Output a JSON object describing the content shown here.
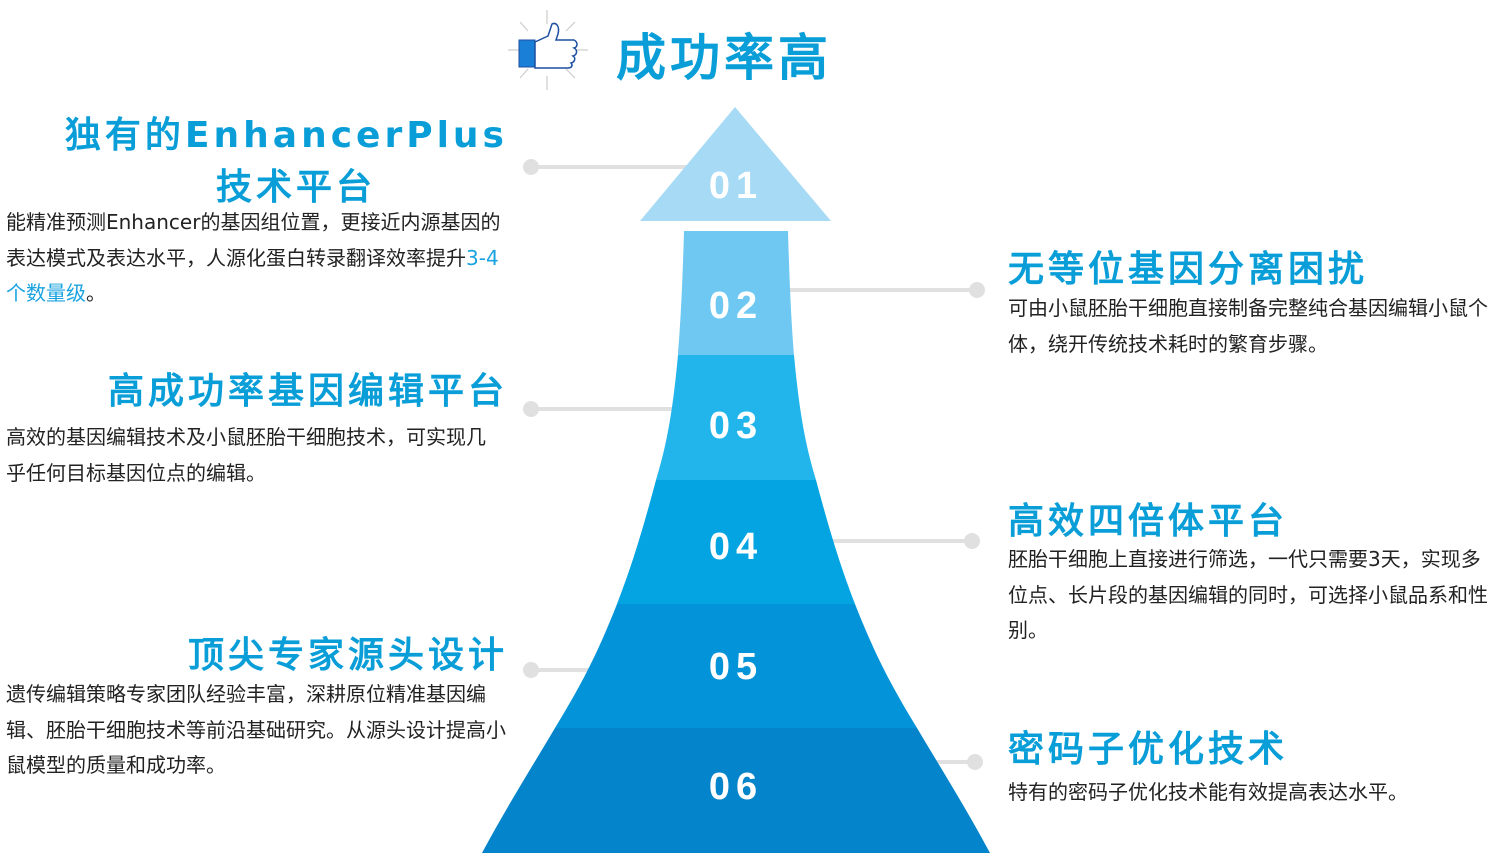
{
  "header": {
    "title": "成功率高",
    "icon": "thumbs-up-icon"
  },
  "steps": [
    "01",
    "02",
    "03",
    "04",
    "05",
    "06"
  ],
  "colors": {
    "accent": "#0a9ed8",
    "band1": "#a6daf5",
    "band2": "#6ec8f2",
    "band3": "#22b5ec",
    "band4": "#03a4e1",
    "band5": "#0393d8",
    "band6": "#0484ca",
    "connector": "#e0e0e0"
  },
  "left": [
    {
      "title_line1": "独有的EnhancerPlus",
      "title_line2": "技术平台",
      "body": "能精准预测Enhancer的基因组位置，更接近内源基因的表达模式及表达水平，人源化蛋白转录翻译效率提升",
      "highlight": "3-4个数量级",
      "tail": "。"
    },
    {
      "title": "高成功率基因编辑平台",
      "body": "高效的基因编辑技术及小鼠胚胎干细胞技术，可实现几乎任何目标基因位点的编辑。"
    },
    {
      "title": "顶尖专家源头设计",
      "body": "遗传编辑策略专家团队经验丰富，深耕原位精准基因编辑、胚胎干细胞技术等前沿基础研究。从源头设计提高小鼠模型的质量和成功率。"
    }
  ],
  "right": [
    {
      "title": "无等位基因分离困扰",
      "body": "可由小鼠胚胎干细胞直接制备完整纯合基因编辑小鼠个体，绕开传统技术耗时的繁育步骤。"
    },
    {
      "title": "高效四倍体平台",
      "body": "胚胎干细胞上直接进行筛选，一代只需要3天，实现多位点、长片段的基因编辑的同时，可选择小鼠品系和性别。"
    },
    {
      "title": "密码子优化技术",
      "body": "特有的密码子优化技术能有效提高表达水平。"
    }
  ]
}
